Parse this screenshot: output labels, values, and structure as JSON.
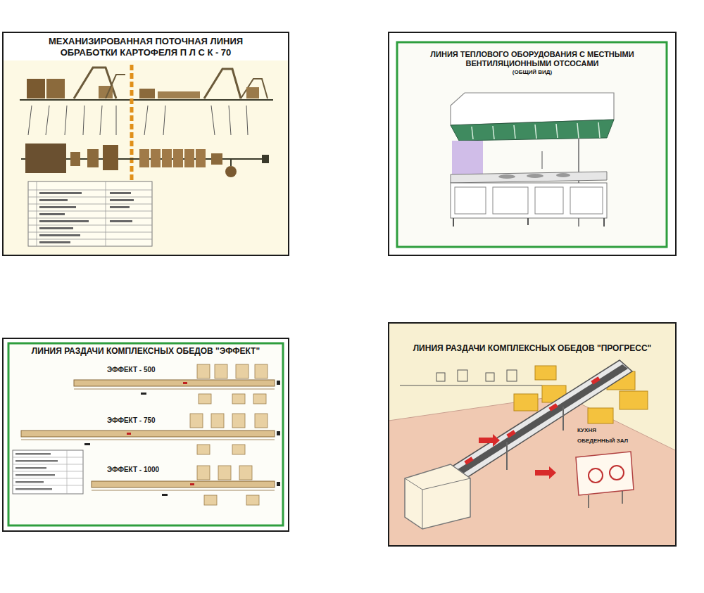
{
  "diagram": {
    "nodes": [
      {
        "text": [
          "МЕХАНИЗИРОВАННАЯ ПОТОЧНАЯ ЛИНИЯ ОБРАБОТКИ КАРТОФЕЛЯ П Л С К - 70"
        ]
      },
      {
        "text": [
          "ЛИНИЯ ТЕПЛОВОГО ОБОРУДОВАНИЯ С МЕСТНЫМИ ВЕНТИЛЯЦИОННЫМИ ОТСОСАМИ",
          "(ОБЩИЙ ВИД)"
        ]
      },
      {
        "text": [
          "ЛИНИЯ РАЗДАЧИ КОМПЛЕКСНЫХ ОБЕДОВ \"ЭФФЕКТ\""
        ]
      },
      {
        "text": [
          "ЛИНИЯ РАЗДАЧИ КОМПЛЕКСНЫХ ОБЕДОВ \"ПРОГРЕСС\""
        ]
      }
    ],
    "labels": [
      "ЭФФЕКТ - 500",
      "ЭФФЕКТ - 750",
      "ЭФФЕКТ - 1000",
      "КУХНЯ",
      "ОБЕДЕННЫЙ ЗАЛ"
    ]
  }
}
